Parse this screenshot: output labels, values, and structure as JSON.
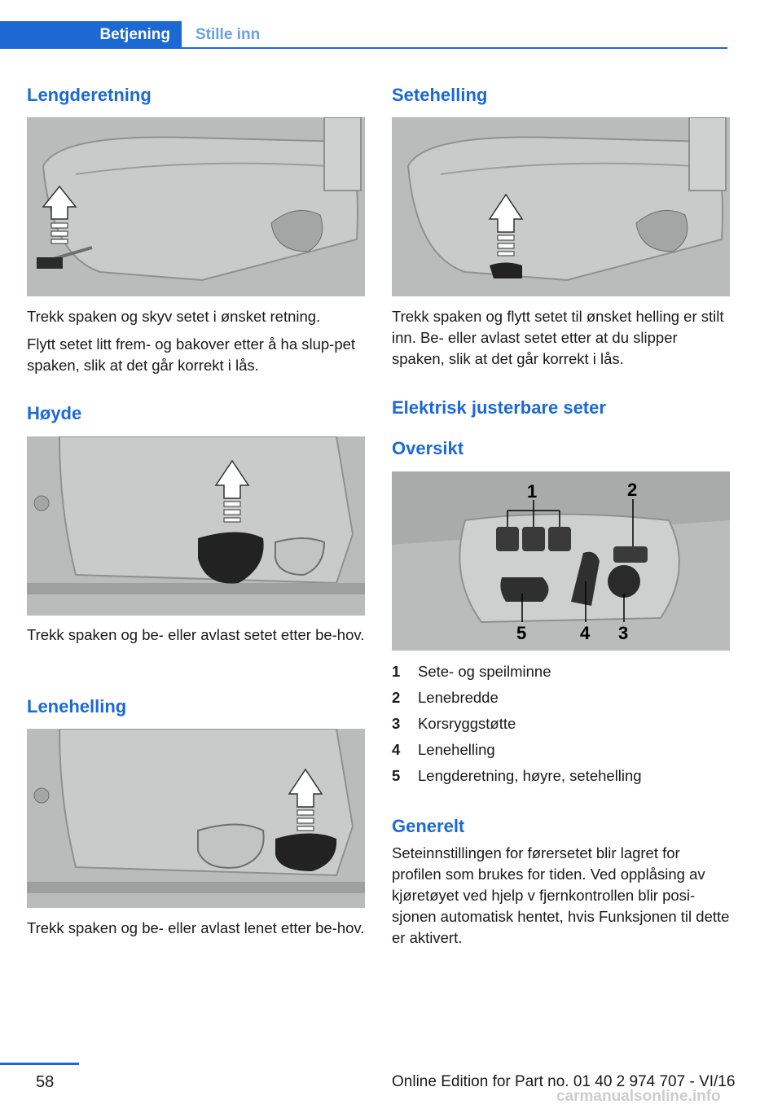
{
  "header": {
    "tab_active": "Betjening",
    "tab_inactive": "Stille inn"
  },
  "left": {
    "s1_title": "Lengderetning",
    "s1_p1": "Trekk spaken og skyv setet i ønsket retning.",
    "s1_p2": "Flytt setet litt frem- og bakover etter å ha slup-pet spaken, slik at det går korrekt i lås.",
    "s2_title": "Høyde",
    "s2_p1": "Trekk spaken og be- eller avlast setet etter be-hov.",
    "s3_title": "Lenehelling",
    "s3_p1": "Trekk spaken og be- eller avlast lenet etter be-hov."
  },
  "right": {
    "s1_title": "Setehelling",
    "s1_p1": "Trekk spaken og flytt setet til ønsket helling er stilt inn. Be- eller avlast setet etter at du slipper spaken, slik at det går korrekt i lås.",
    "main_title": "Elektrisk justerbare seter",
    "overview_title": "Oversikt",
    "callouts": [
      "1",
      "2",
      "3",
      "4",
      "5"
    ],
    "items": [
      {
        "num": "1",
        "label": "Sete- og speilminne"
      },
      {
        "num": "2",
        "label": "Lenebredde"
      },
      {
        "num": "3",
        "label": "Korsryggstøtte"
      },
      {
        "num": "4",
        "label": "Lenehelling"
      },
      {
        "num": "5",
        "label": "Lengderetning, høyre, setehelling"
      }
    ],
    "general_title": "Generelt",
    "general_p": "Seteinnstillingen for førersetet blir lagret for profilen som brukes for tiden. Ved opplåsing av kjøretøyet ved hjelp v fjernkontrollen blir posi-sjonen automatisk hentet, hvis Funksjonen til dette er aktivert."
  },
  "footer": {
    "page_number": "58",
    "edition": "Online Edition for Part no. 01 40 2 974 707 - VI/16",
    "watermark": "carmanualsonline.info"
  },
  "colors": {
    "accent": "#1c69d4",
    "figure_bg": "#b9bcbb"
  }
}
